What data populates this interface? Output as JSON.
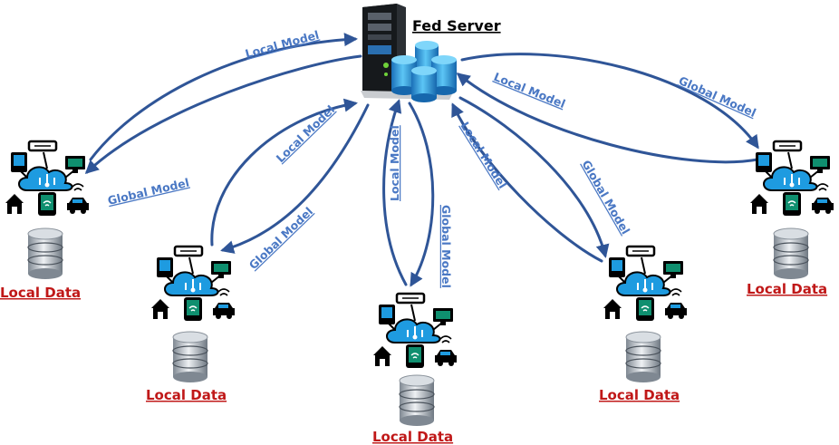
{
  "server": {
    "label": "Fed Server"
  },
  "clients": [
    {
      "label": "Local Data"
    },
    {
      "label": "Local Data"
    },
    {
      "label": "Local Data"
    },
    {
      "label": "Local Data"
    },
    {
      "label": "Local Data"
    }
  ],
  "links": [
    {
      "upload": "Local Model",
      "download": "Global Model"
    },
    {
      "upload": "Local Model",
      "download": "Global Model"
    },
    {
      "upload": "Local Model",
      "download": "Global Model"
    },
    {
      "upload": "Local Model",
      "download": "Global Model"
    },
    {
      "upload": "Local Model",
      "download": "Global Model"
    }
  ],
  "colors": {
    "arrow": "#2f5597",
    "link_label": "#4a78c4",
    "data_label": "#c01818",
    "cloud": "#1e9be0",
    "device_green": "#0f8f6f",
    "database": "#9aa3ad"
  },
  "icons": {
    "server": "server-rack-icon",
    "storage": "database-cluster-icon",
    "client": "iot-cloud-icon",
    "data": "database-icon"
  }
}
